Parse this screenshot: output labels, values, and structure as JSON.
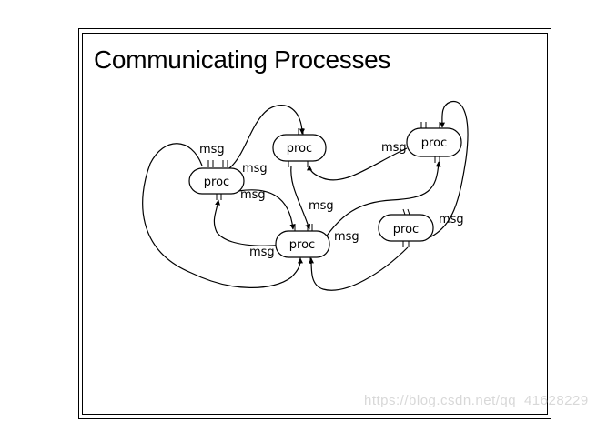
{
  "slide": {
    "title": "Communicating Processes"
  },
  "diagram": {
    "node_label": "proc",
    "msg_label": "msg",
    "nodes": [
      {
        "id": "proc-left",
        "label": "proc"
      },
      {
        "id": "proc-top",
        "label": "proc"
      },
      {
        "id": "proc-right",
        "label": "proc"
      },
      {
        "id": "proc-bottom",
        "label": "proc"
      },
      {
        "id": "proc-mid-right",
        "label": "proc"
      }
    ],
    "messages": [
      "msg",
      "msg",
      "msg",
      "msg",
      "msg",
      "msg",
      "msg",
      "msg"
    ]
  },
  "watermark": "https://blog.csdn.net/qq_41628229"
}
